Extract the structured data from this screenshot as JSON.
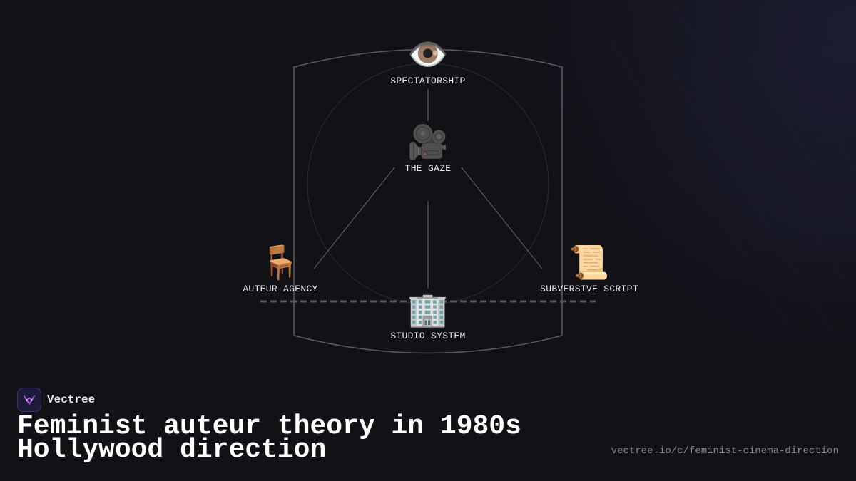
{
  "diagram": {
    "nodes": {
      "spectatorship": {
        "icon": "eye-icon",
        "emoji": "👁️",
        "label": "SPECTATORSHIP"
      },
      "gaze": {
        "icon": "movie-camera-icon",
        "emoji": "🎥",
        "label": "THE GAZE"
      },
      "auteur": {
        "icon": "chair-icon",
        "emoji": "🪑",
        "label": "AUTEUR AGENCY"
      },
      "script": {
        "icon": "scroll-icon",
        "emoji": "📜",
        "label": "SUBVERSIVE SCRIPT"
      },
      "studio": {
        "icon": "office-building-icon",
        "emoji": "🏢",
        "label": "STUDIO SYSTEM"
      }
    },
    "colors": {
      "frame": "#5a5a62",
      "lines": "#6a6a72",
      "circle": "#2c2c34",
      "dashed": "#55555c"
    }
  },
  "brand": {
    "name": "Vectree",
    "logo_icon": "vectree-logo-icon",
    "accent": "#a855f7"
  },
  "title": "Feminist auteur theory in 1980s Hollywood direction",
  "url": "vectree.io/c/feminist-cinema-direction",
  "colors": {
    "background": "#111116",
    "text": "#ffffff",
    "muted": "#8a8a94"
  }
}
